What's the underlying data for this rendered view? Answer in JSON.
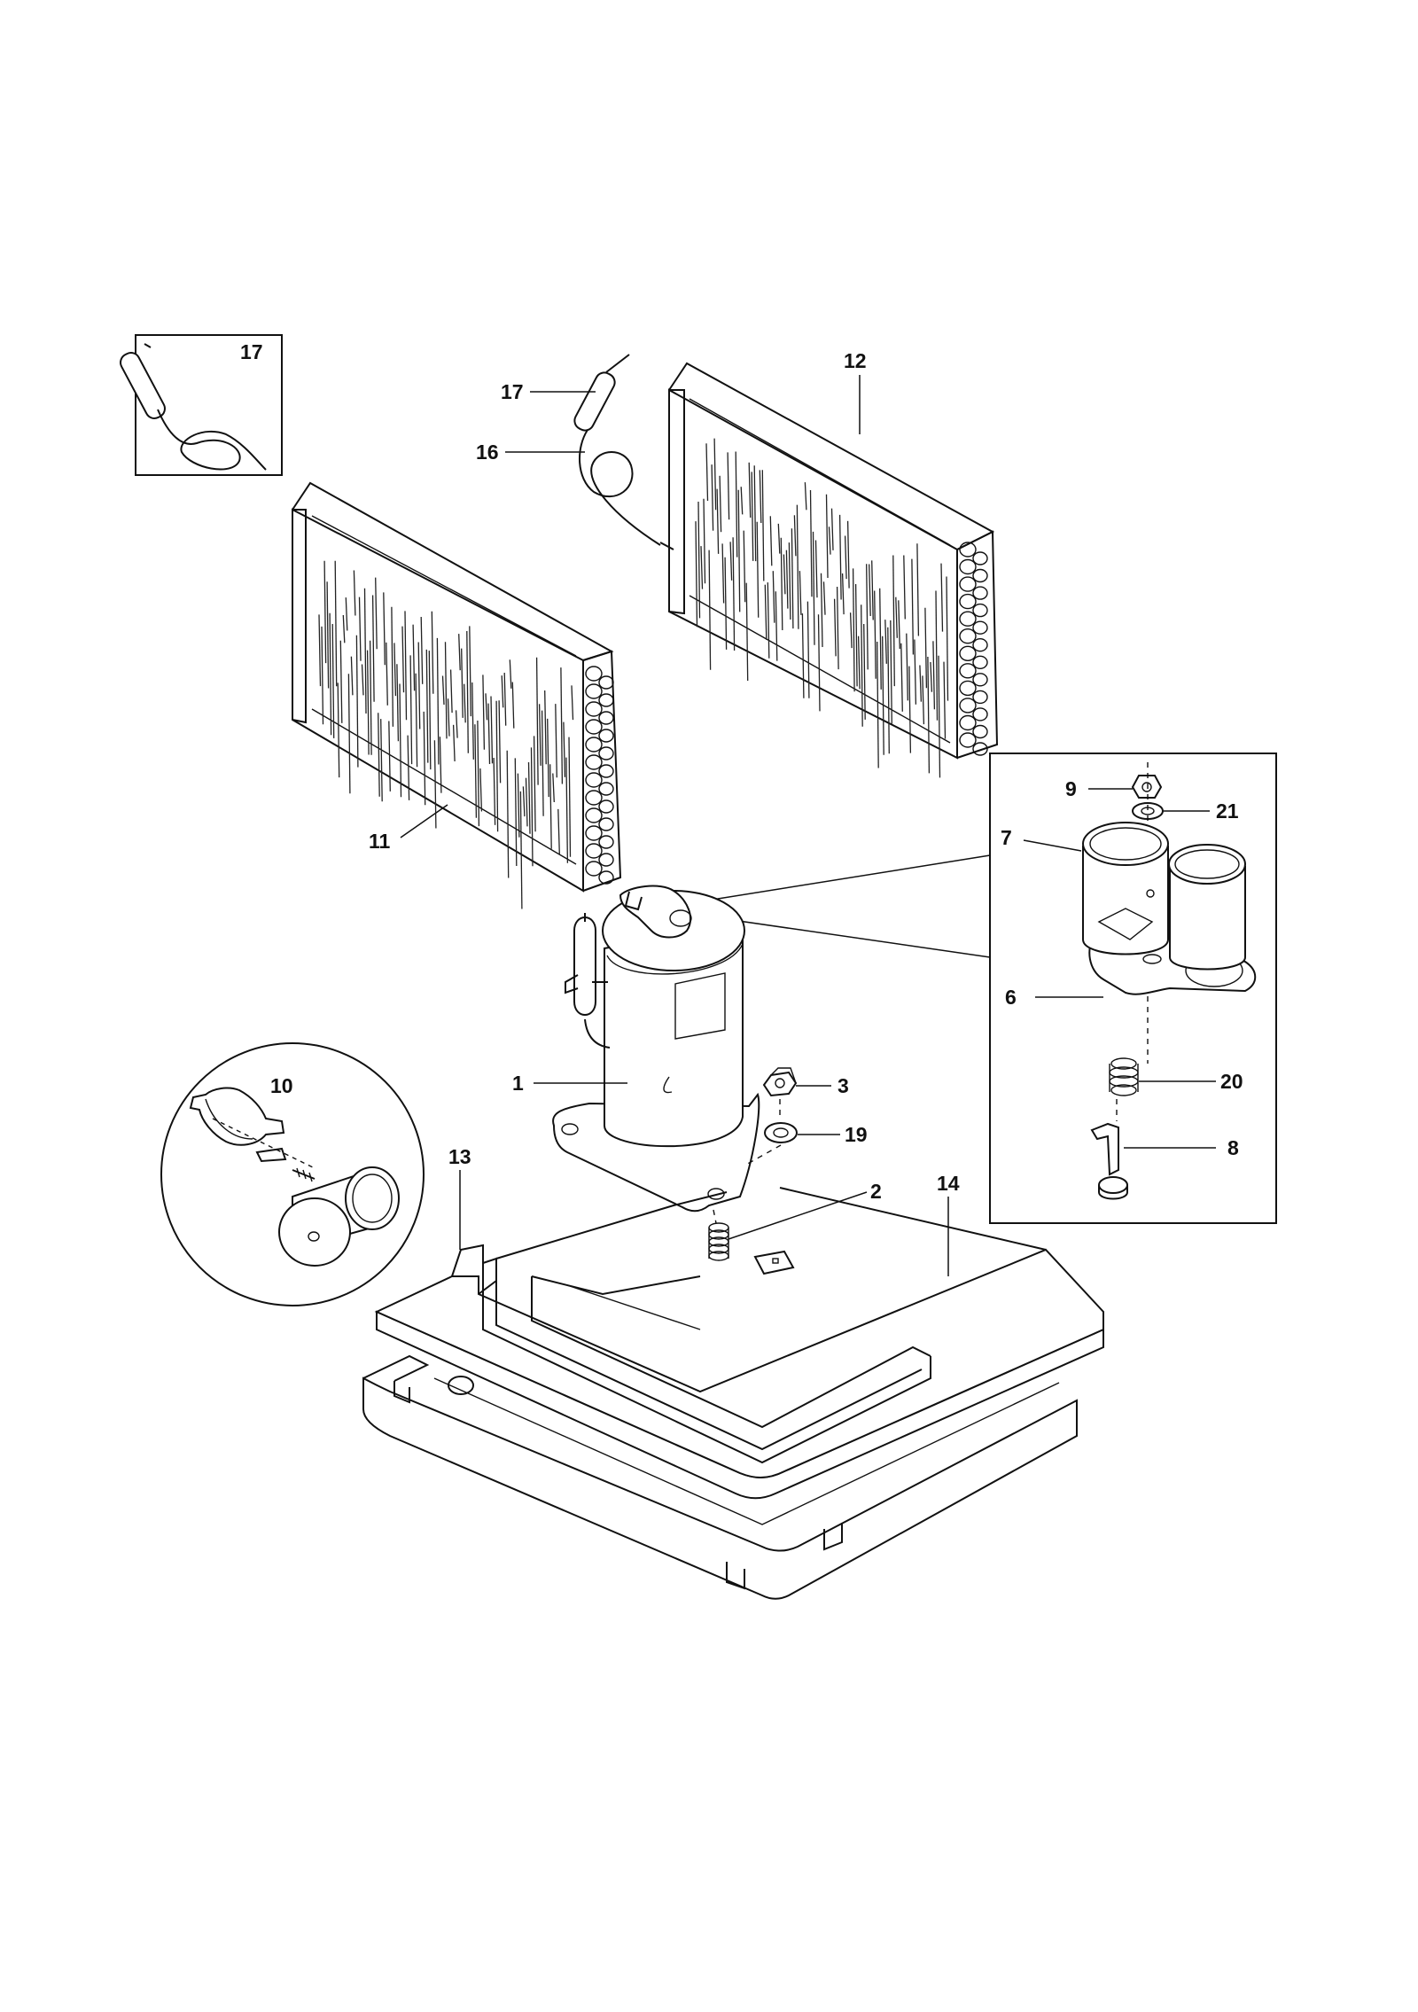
{
  "colors": {
    "ink": "#111111",
    "paper": "#ffffff"
  },
  "labels": {
    "l1": "1",
    "l2": "2",
    "l3": "3",
    "l6": "6",
    "l7": "7",
    "l8": "8",
    "l9": "9",
    "l10": "10",
    "l11": "11",
    "l12": "12",
    "l13": "13",
    "l14": "14",
    "l16": "16",
    "l17_inset": "17",
    "l17": "17",
    "l19": "19",
    "l20": "20",
    "l21": "21"
  }
}
